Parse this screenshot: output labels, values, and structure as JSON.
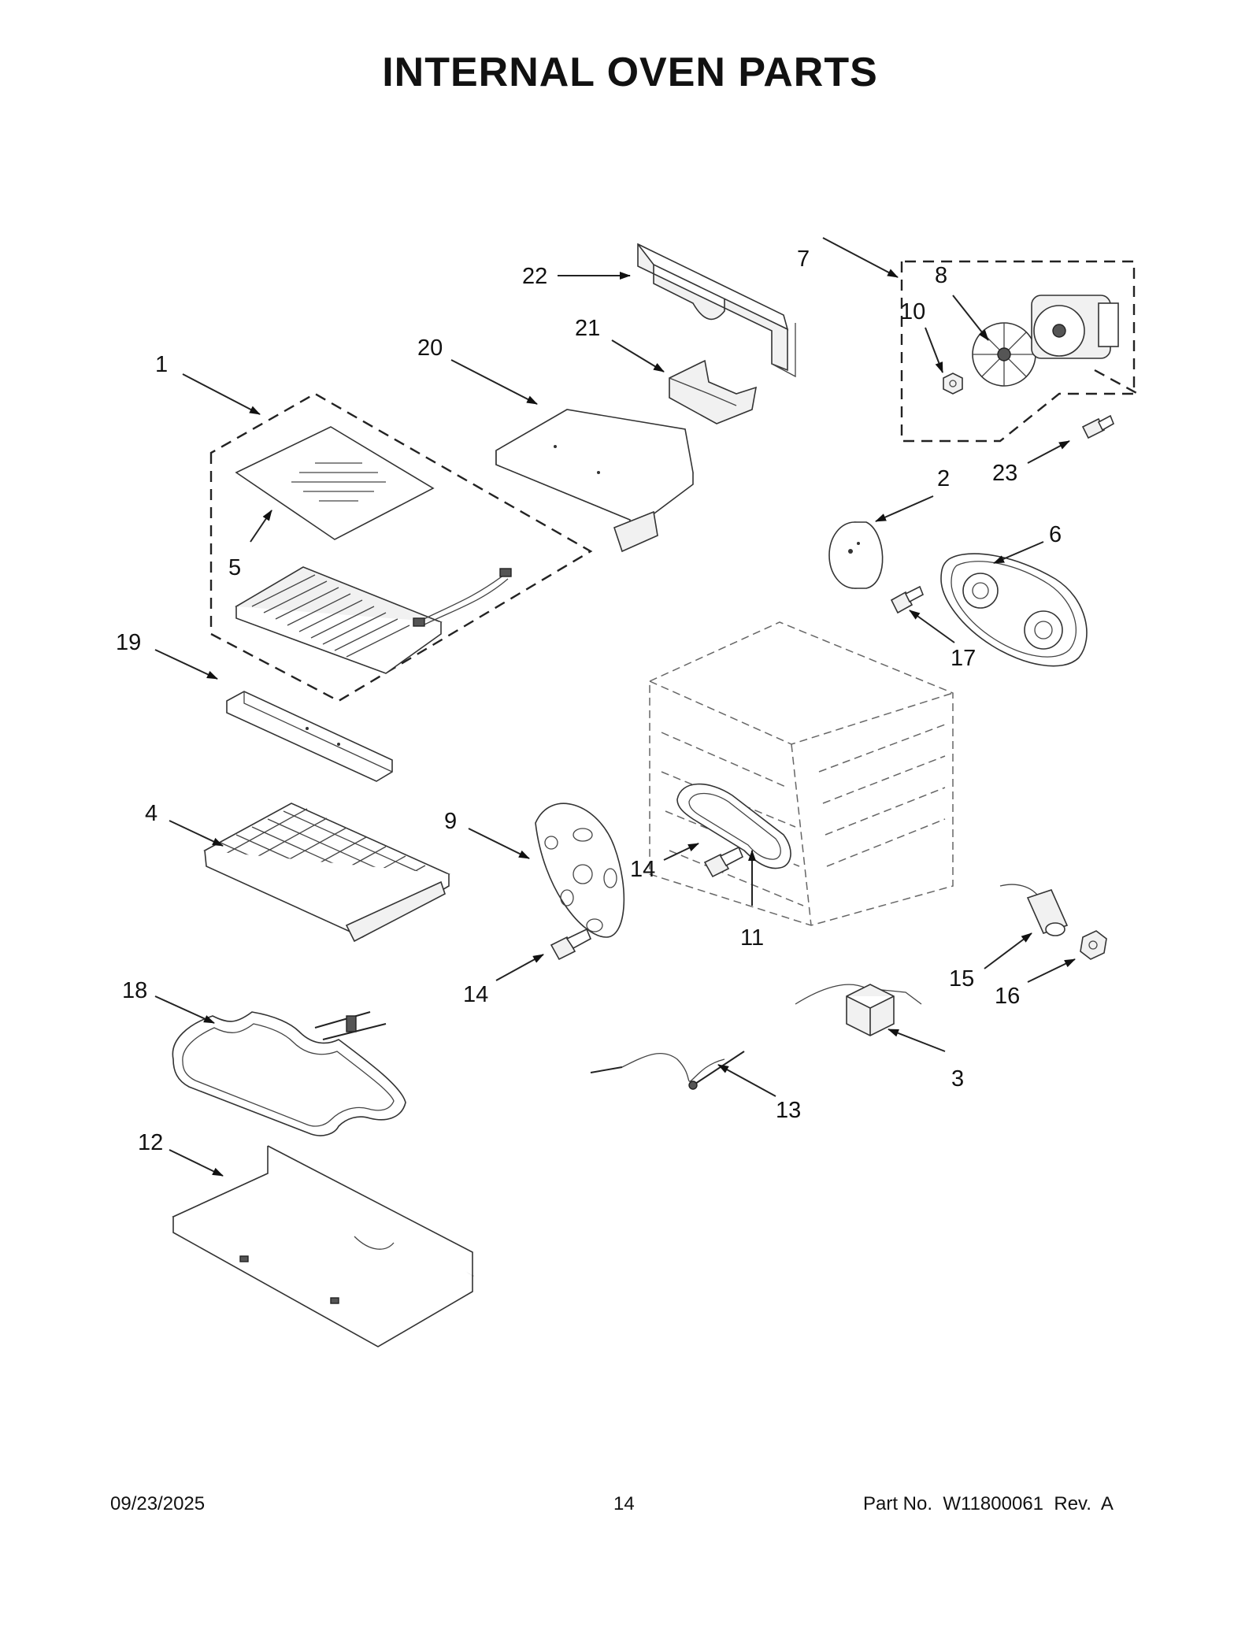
{
  "title": "INTERNAL OVEN PARTS",
  "footer": {
    "date": "09/23/2025",
    "page": "14",
    "part_no": "Part No.  W11800061  Rev.  A"
  },
  "callouts": {
    "c1": "1",
    "c2": "2",
    "c3": "3",
    "c4": "4",
    "c5": "5",
    "c6": "6",
    "c7": "7",
    "c8": "8",
    "c9": "9",
    "c10": "10",
    "c11": "11",
    "c12": "12",
    "c13": "13",
    "c14a": "14",
    "c14b": "14",
    "c15": "15",
    "c16": "16",
    "c17": "17",
    "c18": "18",
    "c19": "19",
    "c20": "20",
    "c21": "21",
    "c22": "22",
    "c23": "23"
  }
}
